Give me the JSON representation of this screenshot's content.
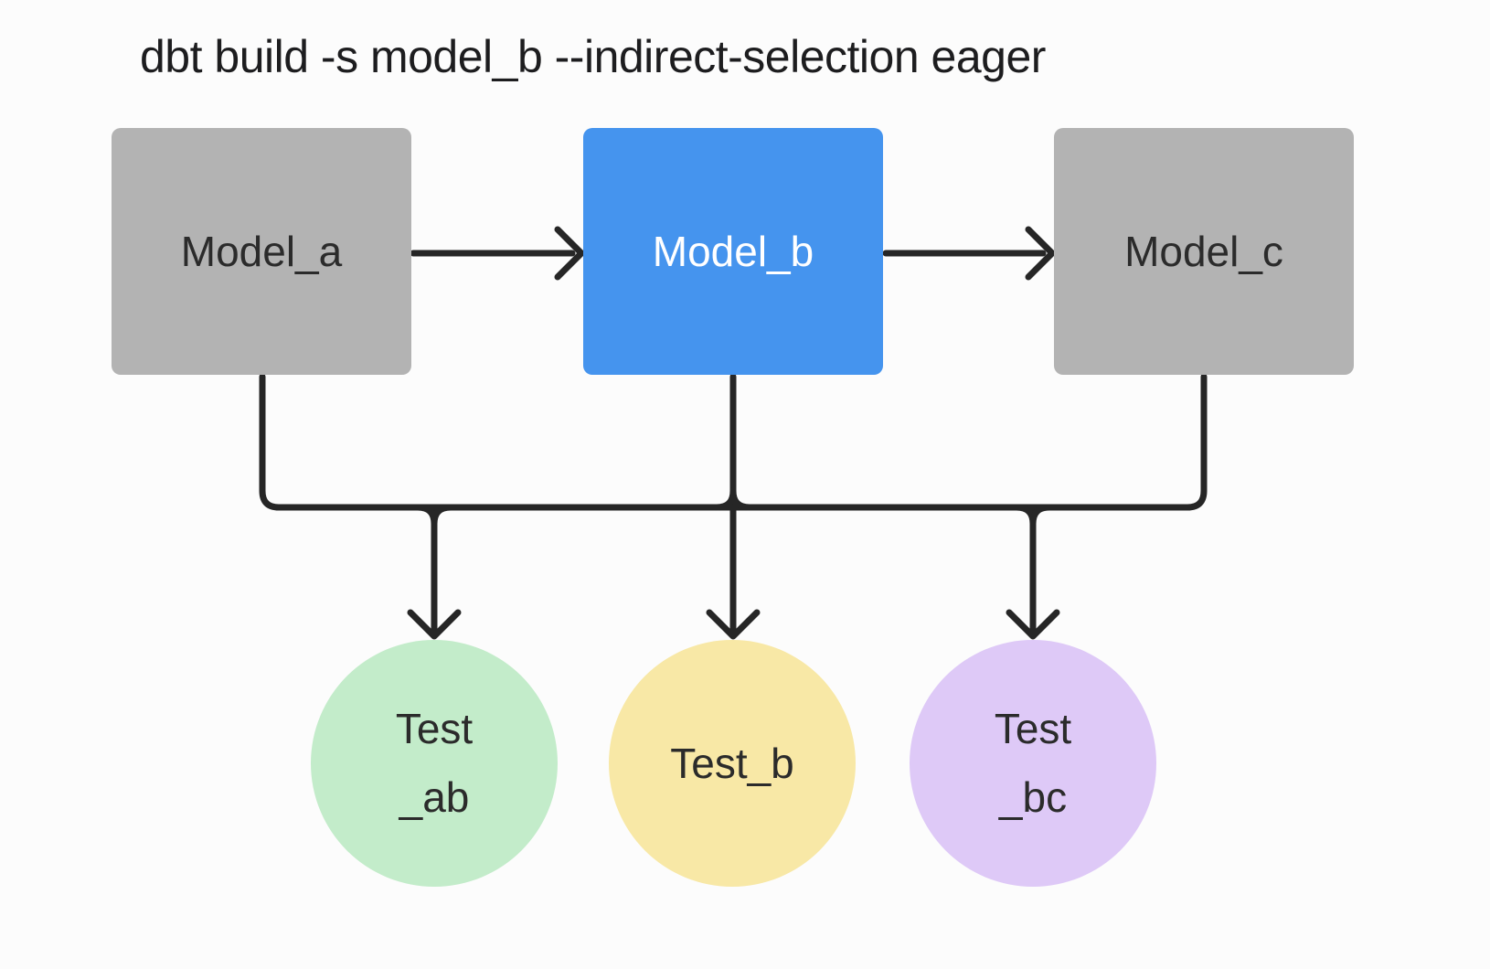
{
  "title": "dbt build -s model_b --indirect-selection eager",
  "colors": {
    "background": "#fcfcfc",
    "line": "#262626",
    "model_gray": "#b3b3b3",
    "model_selected_blue": "#4594ee",
    "test_green": "#c3ecca",
    "test_yellow": "#f8e8a6",
    "test_purple": "#dec9f7",
    "text_dark": "#2b2b2b",
    "text_light": "#ffffff"
  },
  "diagram": {
    "nodes": [
      {
        "id": "model_a",
        "label": "Model_a",
        "shape": "square",
        "fill": "#b3b3b3",
        "text_color": "#2b2b2b"
      },
      {
        "id": "model_b",
        "label": "Model_b",
        "shape": "square",
        "fill": "#4594ee",
        "text_color": "#ffffff"
      },
      {
        "id": "model_c",
        "label": "Model_c",
        "shape": "square",
        "fill": "#b3b3b3",
        "text_color": "#2b2b2b"
      },
      {
        "id": "test_ab",
        "label": "Test _ab",
        "lines": [
          "Test",
          "_ab"
        ],
        "shape": "circle",
        "fill": "#c3ecca",
        "text_color": "#2b2b2b"
      },
      {
        "id": "test_b",
        "label": "Test_b",
        "lines": [
          "Test_b"
        ],
        "shape": "circle",
        "fill": "#f8e8a6",
        "text_color": "#2b2b2b"
      },
      {
        "id": "test_bc",
        "label": "Test _bc",
        "lines": [
          "Test",
          "_bc"
        ],
        "shape": "circle",
        "fill": "#dec9f7",
        "text_color": "#2b2b2b"
      }
    ],
    "edges": [
      {
        "from": "model_a",
        "to": "model_b",
        "style": "arrow-right"
      },
      {
        "from": "model_b",
        "to": "model_c",
        "style": "arrow-right"
      },
      {
        "from": "models-bus",
        "bus_sources": [
          "model_a",
          "model_b",
          "model_c"
        ],
        "to": "test_ab",
        "style": "arrow-down"
      },
      {
        "from": "models-bus",
        "bus_sources": [
          "model_a",
          "model_b",
          "model_c"
        ],
        "to": "test_b",
        "style": "arrow-down"
      },
      {
        "from": "models-bus",
        "bus_sources": [
          "model_a",
          "model_b",
          "model_c"
        ],
        "to": "test_bc",
        "style": "arrow-down"
      }
    ]
  }
}
